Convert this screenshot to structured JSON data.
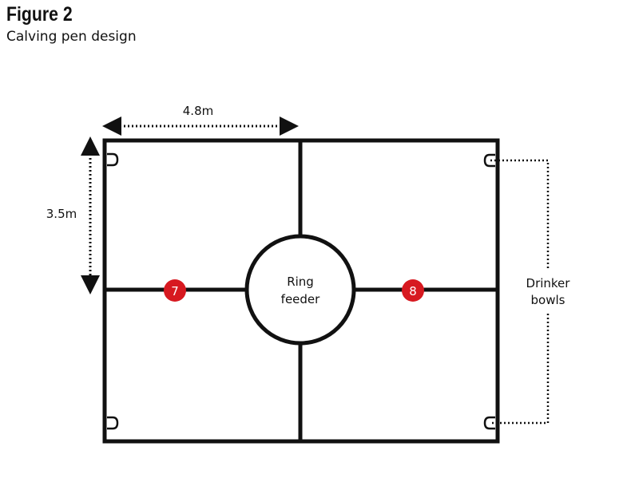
{
  "title": "Figure 2",
  "subtitle": "Calving pen design",
  "labels": {
    "width": "4.8m",
    "depth": "3.5m",
    "ring_feeder_1": "Ring",
    "ring_feeder_2": "feeder",
    "drinker_1": "Drinker",
    "drinker_2": "bowls",
    "marker_7": "7",
    "marker_8": "8"
  },
  "colors": {
    "marker": "#d71920",
    "line": "#111111"
  }
}
